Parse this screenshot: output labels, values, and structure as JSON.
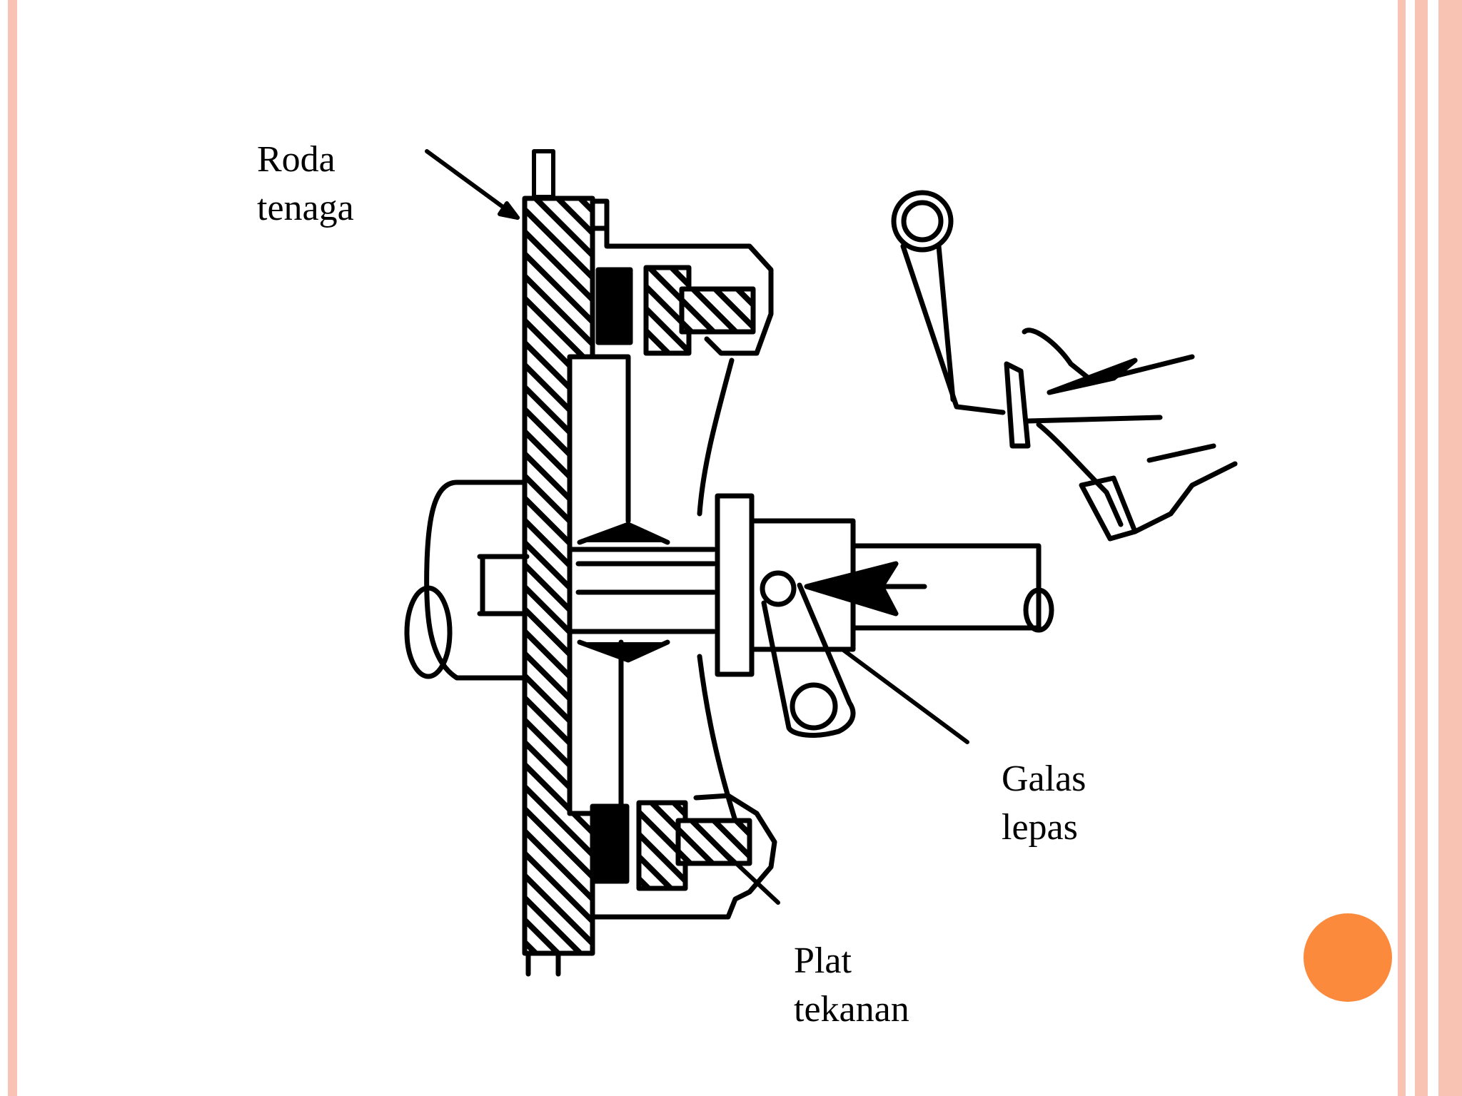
{
  "labels": {
    "roda_tenaga": [
      "Roda",
      "tenaga"
    ],
    "galas_lepas": [
      "Galas",
      "lepas"
    ],
    "plat_tekanan": [
      "Plat",
      "tekanan"
    ]
  },
  "colors": {
    "frame": "#f9c3b4",
    "accent_dot": "#fb8a3c",
    "ink": "#000000"
  }
}
